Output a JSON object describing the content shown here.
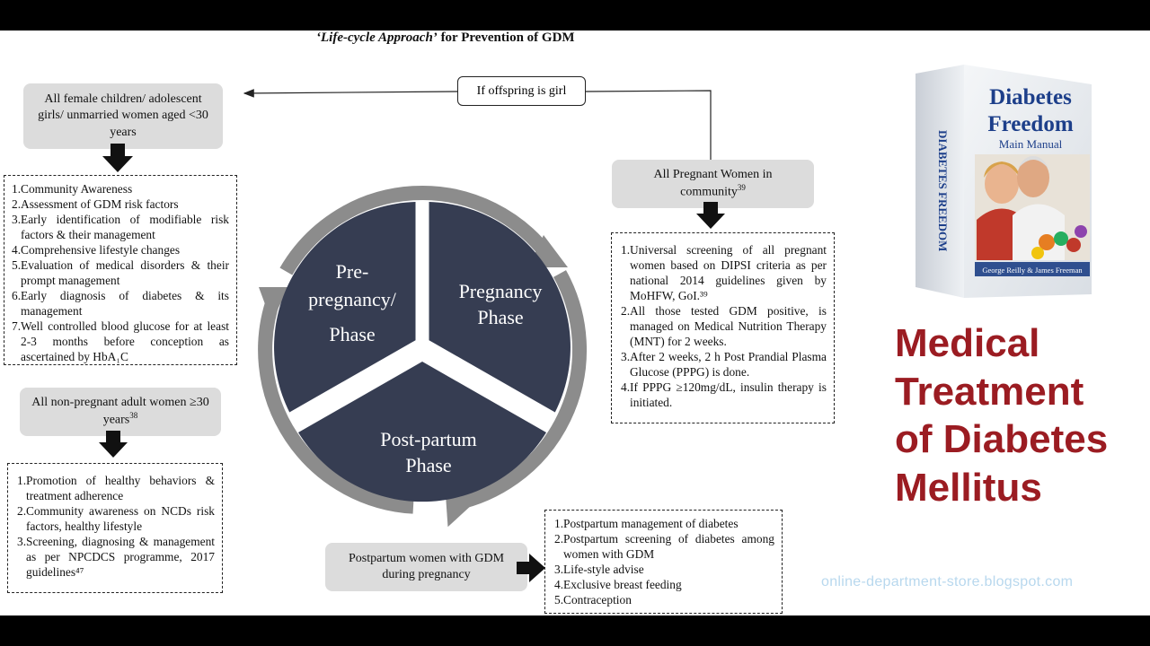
{
  "title": {
    "italic": "‘Life-cycle Approach’",
    "rest": " for Prevention of GDM"
  },
  "offspring_label": "If offspring is girl",
  "female_children_box": "All female children/ adolescent girls/ unmarried women aged <30 years",
  "female_children_list": [
    "1.Community Awareness",
    "2.Assessment of GDM risk factors",
    "3.Early identification of modifiable risk factors & their management",
    "4.Comprehensive lifestyle changes",
    "5.Evaluation of medical disorders & their prompt management",
    "6.Early diagnosis of diabetes & its management",
    "7.Well controlled blood glucose for at least 2-3 months before conception as ascertained by HbA₁C"
  ],
  "nonpregnant_box": {
    "text": "All non-pregnant adult women ≥30 years",
    "sup": "38"
  },
  "nonpregnant_list": [
    "1.Promotion of healthy behaviors & treatment adherence",
    "2.Community awareness on NCDs risk factors, healthy lifestyle",
    "3.Screening, diagnosing & management as per NPCDCS programme, 2017 guidelines⁴⁷"
  ],
  "pregnant_box": {
    "text": "All Pregnant Women in community",
    "sup": "39"
  },
  "pregnant_list": [
    "1.Universal screening of all pregnant women based on DIPSI criteria as per national 2014 guidelines given by MoHFW, GoI.³⁹",
    "2.All those tested GDM positive, is managed on Medical Nutrition Therapy (MNT) for 2 weeks.",
    "3.After 2 weeks, 2 h Post Prandial Plasma Glucose (PPPG) is done.",
    "4.If PPPG ≥120mg/dL, insulin therapy is initiated."
  ],
  "postpartum_box": "Postpartum women with GDM during pregnancy",
  "postpartum_list": [
    "1.Postpartum management of diabetes",
    "2.Postpartum screening of diabetes among women with GDM",
    "3.Life-style advise",
    "4.Exclusive breast feeding",
    "5.Contraception"
  ],
  "cycle": {
    "pre_pregnancy": [
      "Pre-",
      "pregnancy/",
      "Phase"
    ],
    "pregnancy": [
      "Pregnancy",
      "Phase"
    ],
    "post_partum": [
      "Post-partum",
      "Phase"
    ]
  },
  "book": {
    "title_line1": "Diabetes",
    "title_line2": "Freedom",
    "subtitle": "Main Manual",
    "spine": "DIABETES FREEDOM",
    "authors": "George Reilly & James Freeman"
  },
  "headline": [
    "Medical",
    "Treatment",
    "of Diabetes",
    "Mellitus"
  ],
  "watermark": "online-department-store.blogspot.com",
  "colors": {
    "segment": "#363d52",
    "ring": "#8c8c8c",
    "graybox": "#dcdcdc",
    "headline": "#9b1c22",
    "watermark": "#b8d8ee"
  }
}
